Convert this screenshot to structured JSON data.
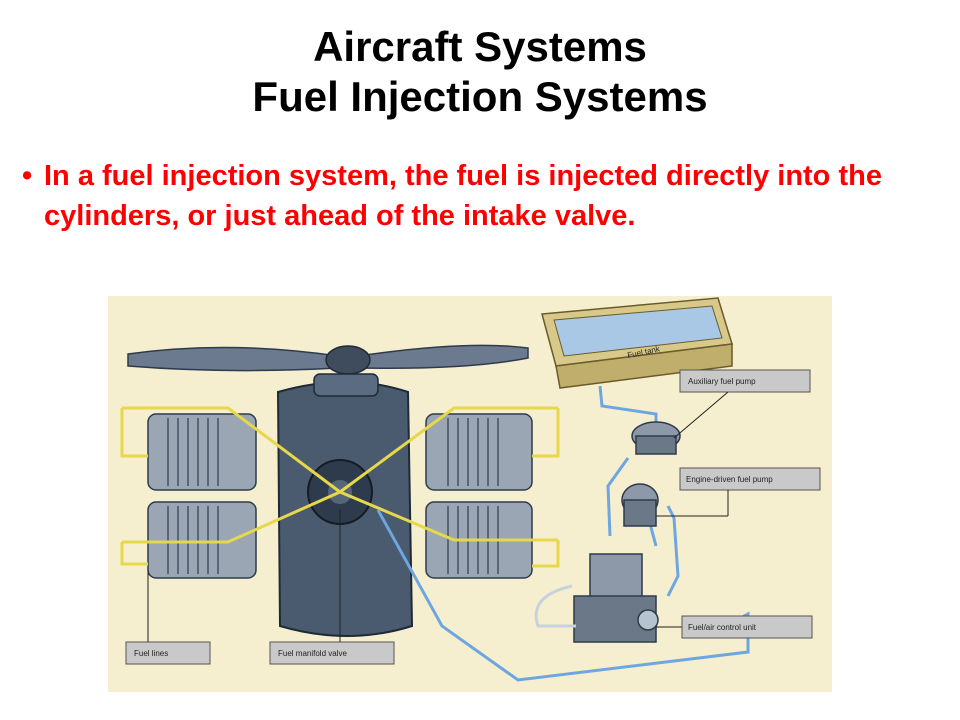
{
  "slide": {
    "title_line1": "Aircraft Systems",
    "title_line2": "Fuel Injection Systems",
    "bullets": [
      "In a fuel injection system, the fuel is injected directly into the cylinders, or just ahead of the intake valve."
    ]
  },
  "figure": {
    "labels": {
      "fuel_tank": "Fuel tank",
      "auxiliary_fuel_pump": "Auxiliary fuel pump",
      "engine_driven_fuel_pump": "Engine-driven fuel pump",
      "fuel_air_control_unit": "Fuel/air control unit",
      "fuel_lines": "Fuel lines",
      "fuel_manifold_valve": "Fuel manifold valve"
    },
    "colors": {
      "background": "#f5efcf",
      "engine": "#4a5b70",
      "fuel_line_yellow": "#e6d84a",
      "fuel_line_blue": "#6ea6e0",
      "tank": "#d8c98a"
    }
  }
}
